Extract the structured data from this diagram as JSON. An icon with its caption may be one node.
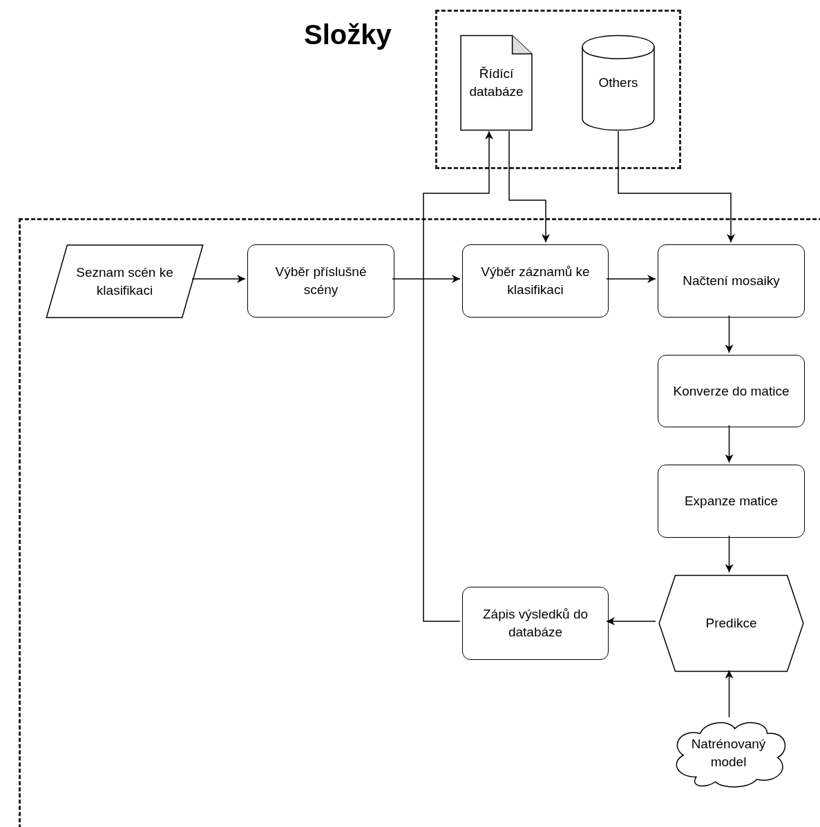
{
  "diagram": {
    "nodes": [
      {
        "text": [
          "Složky"
        ]
      },
      {
        "text": [
          "Řídící databáze"
        ],
        "in": 0
      },
      {
        "text": [
          "Others"
        ],
        "in": 0
      },
      {
        "text": [],
        "shape": "box"
      },
      {
        "text": [
          "Seznam scén ke klasifikaci"
        ],
        "in": 3
      },
      {
        "text": [
          "Výběr příslušné scény"
        ],
        "in": 3
      },
      {
        "text": [
          "Výběr záznamů ke klasifikaci"
        ],
        "in": 3
      },
      {
        "text": [
          "Načtení mosaiky"
        ],
        "in": 3
      },
      {
        "text": [
          "Konverze do matice"
        ],
        "in": 3
      },
      {
        "text": [
          "Expanze matice"
        ],
        "in": 3
      },
      {
        "text": [
          "Predikce"
        ],
        "in": 3
      },
      {
        "text": [
          "Zápis výsledků do databáze"
        ],
        "in": 3
      },
      {
        "text": [
          "Natrénovaný model"
        ],
        "in": 3
      }
    ],
    "edges": [
      {
        "from": 4,
        "to": 5,
        "arrow": "to"
      },
      {
        "from": 5,
        "to": 6,
        "arrow": "to"
      },
      {
        "from": 1,
        "to": 6,
        "arrow": "to"
      },
      {
        "from": 2,
        "to": 7,
        "arrow": "to"
      },
      {
        "from": 6,
        "to": 7,
        "arrow": "to"
      },
      {
        "from": 7,
        "to": 8,
        "arrow": "to"
      },
      {
        "from": 8,
        "to": 9,
        "arrow": "to"
      },
      {
        "from": 9,
        "to": 10,
        "arrow": "to"
      },
      {
        "from": 12,
        "to": 10,
        "arrow": "to"
      },
      {
        "from": 10,
        "to": 11,
        "arrow": "to"
      },
      {
        "from": 11,
        "to": 1,
        "arrow": "to"
      }
    ]
  }
}
